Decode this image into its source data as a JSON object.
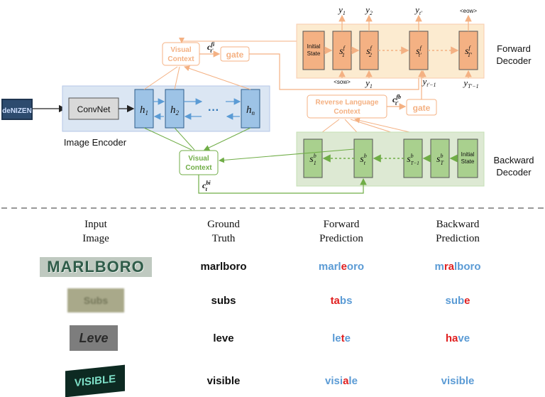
{
  "diagram": {
    "input_word": "deNIZEN",
    "convnet": "ConvNet",
    "image_encoder": "Image Encoder",
    "h_labels": [
      "h1",
      "h2",
      "hn"
    ],
    "ellipsis": "···",
    "visual_context_top": "Visual\nContext",
    "visual_context_bottom": "Visual\nContext",
    "gate_top": "gate",
    "gate_right": "gate",
    "reverse_language_context": "Reverse Language\nContext",
    "c_top": "c_{t'}^{fi}",
    "c_right": "c_{t'}^{fb}",
    "c_bottom": "c_t^{bi}",
    "initial_state": "Initial\nState",
    "forward_states": [
      "s1f",
      "s2f",
      "st'f",
      "sT'f"
    ],
    "forward_outputs_top": [
      "y1",
      "y2",
      "yt'",
      "<eow>"
    ],
    "forward_inputs_bottom": [
      "<sow>",
      "y1",
      "yt'-1",
      "yT'-1"
    ],
    "backward_states": [
      "s1b",
      "stb",
      "sT-1b",
      "sTb"
    ],
    "forward_decoder": "Forward\nDecoder",
    "backward_decoder": "Backward\nDecoder"
  },
  "colors": {
    "encoder_bg": "#dbe6f3",
    "h_box": "#9dc3e6",
    "forward_bg": "#fcebd0",
    "forward_box": "#f4b183",
    "backward_bg": "#dde9d3",
    "backward_box": "#a9d08e",
    "orange_line": "#f4b183",
    "green_line": "#70ad47",
    "correct": "#5b9bd5",
    "error": "#e02020"
  },
  "table": {
    "headers": [
      "Input\nImage",
      "Ground\nTruth",
      "Forward\nPrediction",
      "Backward\nPrediction"
    ],
    "rows": [
      {
        "image_text": "MARLBORO",
        "ground_truth": "marlboro",
        "forward": [
          {
            "t": "marl",
            "err": false
          },
          {
            "t": "e",
            "err": true
          },
          {
            "t": "oro",
            "err": false
          }
        ],
        "backward": [
          {
            "t": "m",
            "err": false
          },
          {
            "t": "ra",
            "err": true
          },
          {
            "t": "lboro",
            "err": false
          }
        ]
      },
      {
        "image_text": "Subs",
        "ground_truth": "subs",
        "forward": [
          {
            "t": "ta",
            "err": true
          },
          {
            "t": "bs",
            "err": false
          }
        ],
        "backward": [
          {
            "t": "sub",
            "err": false
          },
          {
            "t": "e",
            "err": true
          }
        ]
      },
      {
        "image_text": "Leve",
        "ground_truth": "leve",
        "forward": [
          {
            "t": "le",
            "err": false
          },
          {
            "t": "t",
            "err": true
          },
          {
            "t": "e",
            "err": false
          }
        ],
        "backward": [
          {
            "t": "ha",
            "err": true
          },
          {
            "t": "ve",
            "err": false
          }
        ]
      },
      {
        "image_text": "VISIBLE",
        "ground_truth": "visible",
        "forward": [
          {
            "t": "visi",
            "err": false
          },
          {
            "t": "a",
            "err": true
          },
          {
            "t": "le",
            "err": false
          }
        ],
        "backward": [
          {
            "t": "visible",
            "err": false
          }
        ]
      }
    ]
  }
}
